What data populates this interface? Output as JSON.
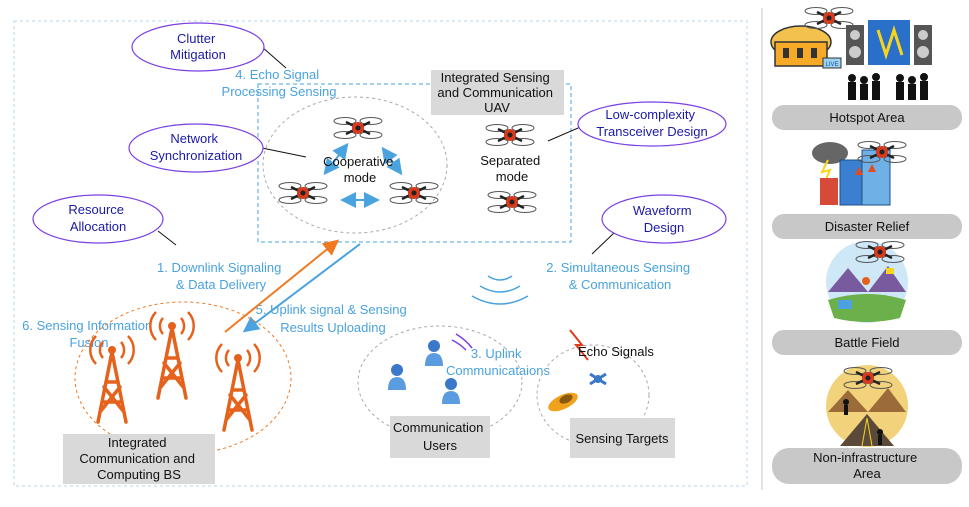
{
  "ovals": {
    "clutter": [
      "Clutter",
      "Mitigation"
    ],
    "network": [
      "Network",
      "Synchronization"
    ],
    "resource": [
      "Resource",
      "Allocation"
    ],
    "lowcomplex": [
      "Low-complexity",
      "Transceiver Design"
    ],
    "waveform": [
      "Waveform",
      "Design"
    ]
  },
  "labels": {
    "echo_processing": [
      "4. Echo Signal",
      "Processing Sensing"
    ],
    "isac_uav": [
      "Integrated Sensing",
      "and Communication",
      "UAV"
    ],
    "cooperative": [
      "Cooperative",
      "mode"
    ],
    "separated": [
      "Separated",
      "mode"
    ],
    "downlink": [
      "1. Downlink Signaling",
      "& Data Delivery"
    ],
    "simultaneous": [
      "2. Simultaneous Sensing",
      "& Communication"
    ],
    "uplink_sensing": [
      "5. Uplink signal & Sensing",
      "Results Uploading"
    ],
    "fusion": [
      "6. Sensing Information",
      "Fusion"
    ],
    "uplink_comm": [
      "3. Uplink",
      "Communicataions"
    ],
    "echo_signals": "Echo Signals",
    "bs_box": [
      "Integrated",
      "Communication and",
      "Computing BS"
    ],
    "users_box": [
      "Communication",
      "Users"
    ],
    "targets_box": "Sensing Targets"
  },
  "sidebar": {
    "hotspot": "Hotspot Area",
    "disaster": "Disaster Relief",
    "battle": "Battle Field",
    "noninfra": [
      "Non-infrastructure",
      "Area"
    ]
  },
  "badges": {
    "live": "LIVE"
  },
  "colors": {
    "oval_border": "#7b3fe4",
    "oval_text": "#1a1aa6",
    "blue_text": "#4aa3df",
    "orange": "#f07a22",
    "gray_box": "#d9d9d9",
    "side_pill": "#c8c8c8"
  }
}
